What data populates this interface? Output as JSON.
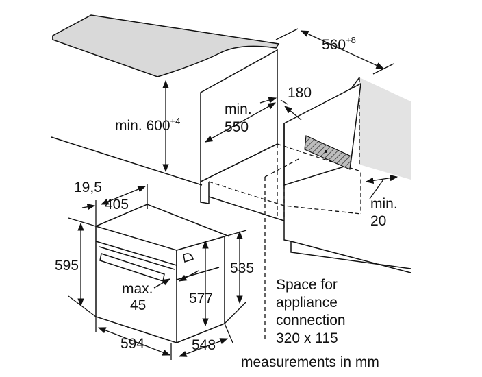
{
  "labels": {
    "depth_top": "560",
    "depth_top_tol": "+8",
    "height_min_prefix": "min. 600",
    "height_min_tol": "+4",
    "min550_line1": "min.",
    "min550_line2": "550",
    "gap180": "180",
    "min20_line1": "min.",
    "min20_line2": "20",
    "v19_5": "19,5",
    "v405": "405",
    "v595": "595",
    "v535": "535",
    "max45_line1": "max.",
    "max45_line2": "45",
    "v577": "577",
    "v594": "594",
    "v548": "548",
    "space_line1": "Space for",
    "space_line2": "appliance",
    "space_line3": "connection",
    "space_line4": "320 x 115",
    "units": "measurements in mm"
  }
}
